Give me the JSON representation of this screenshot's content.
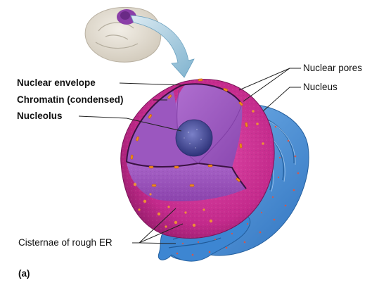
{
  "labels": {
    "nuclear_envelope": "Nuclear envelope",
    "chromatin": "Chromatin (condensed)",
    "nucleolus": "Nucleolus",
    "nuclear_pores": "Nuclear pores",
    "nucleus": "Nucleus",
    "cisternae": "Cisternae of rough ER",
    "panel": "(a)"
  },
  "colors": {
    "nucleus_outer": "#c8288f",
    "nucleus_inner": "#a35bc4",
    "nucleolus": "#4a4f9e",
    "er": "#4a8fd6",
    "pore": "#f08a1e",
    "arrow": "#7fb3cf"
  }
}
